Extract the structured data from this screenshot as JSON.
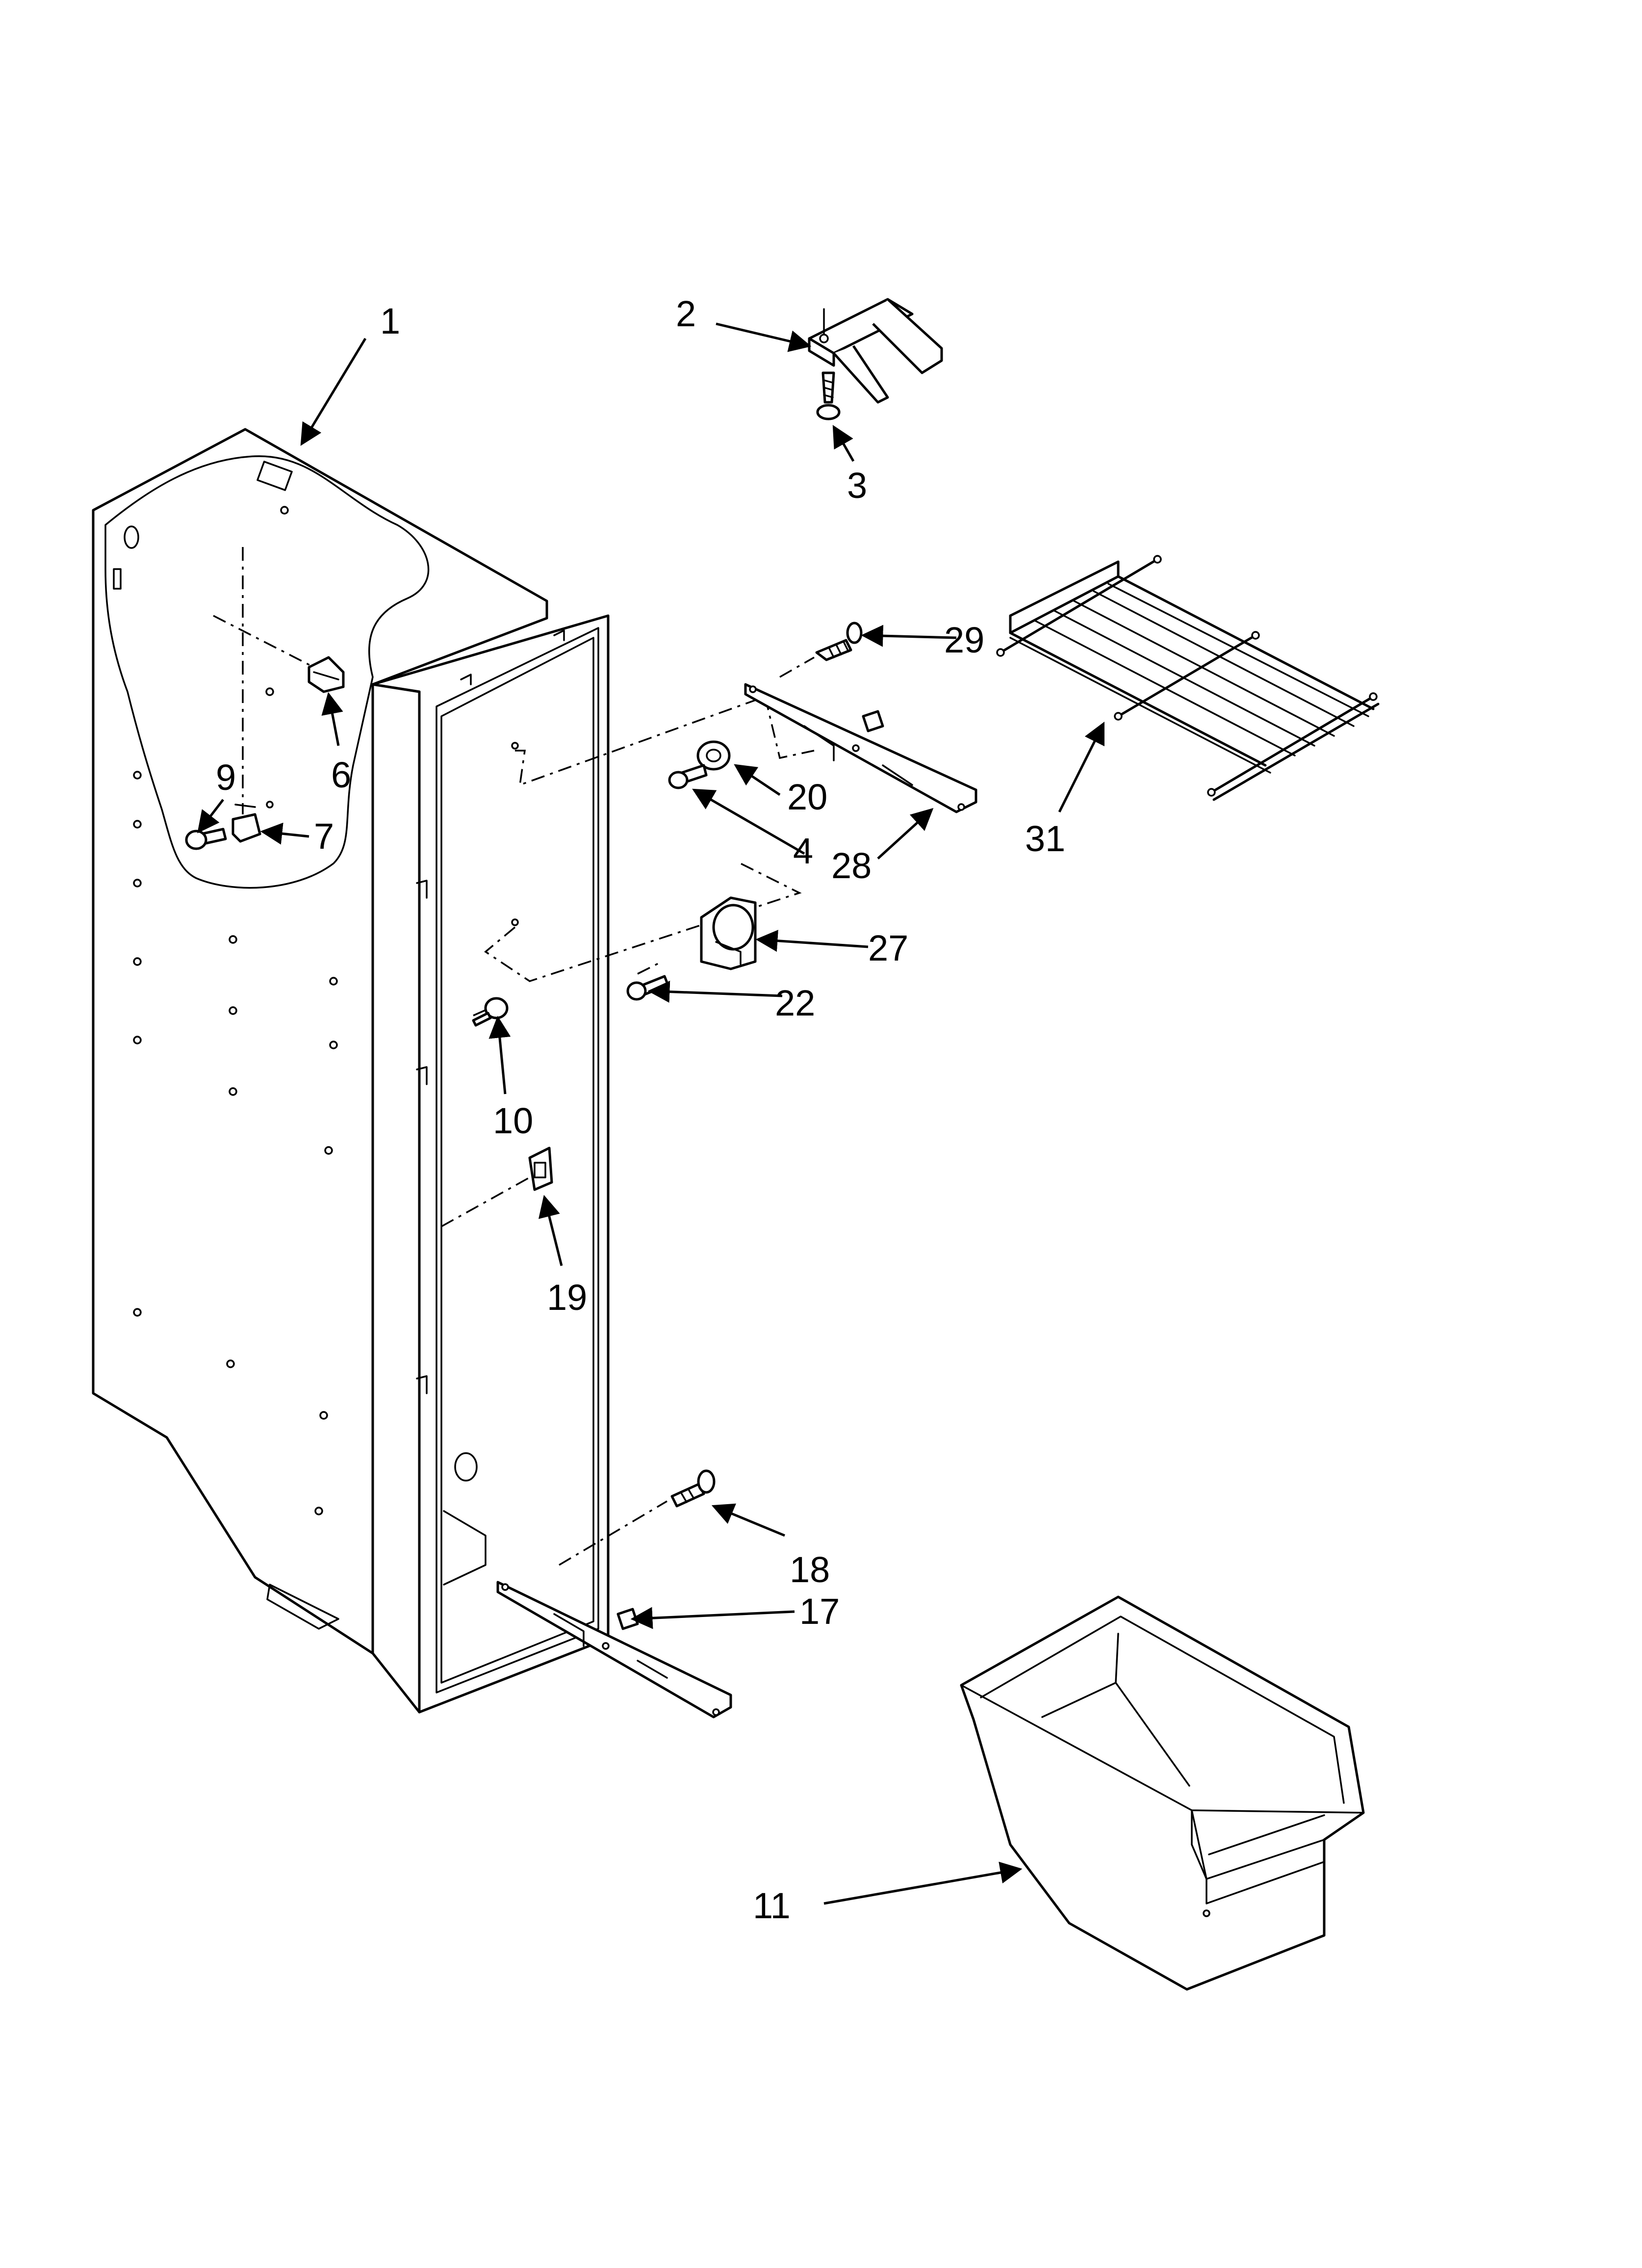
{
  "callouts": {
    "c1": "1",
    "c2": "2",
    "c3": "3",
    "c4": "4",
    "c6": "6",
    "c7": "7",
    "c9": "9",
    "c10": "10",
    "c11": "11",
    "c17": "17",
    "c18": "18",
    "c19": "19",
    "c20": "20",
    "c22": "22",
    "c27": "27",
    "c28": "28",
    "c29": "29",
    "c31": "31"
  }
}
